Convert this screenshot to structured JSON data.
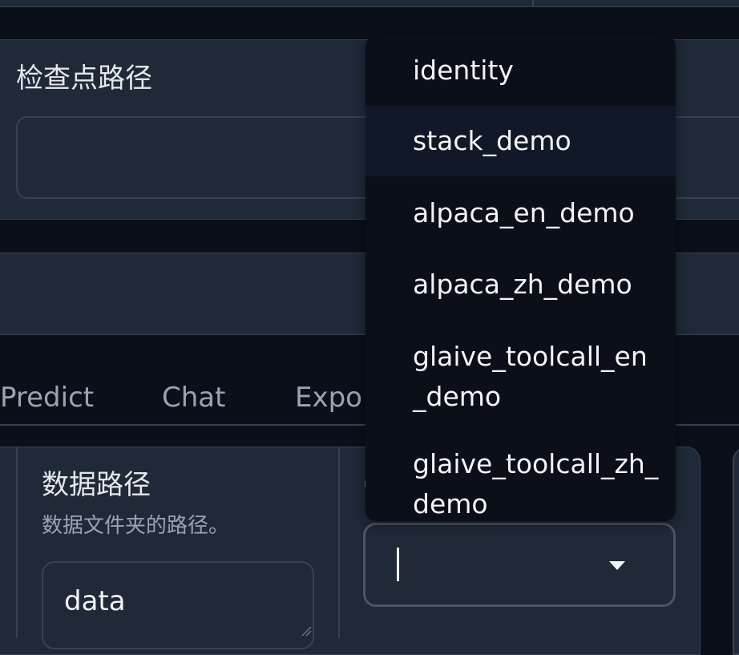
{
  "checkpoint": {
    "label": "检查点路径",
    "value": ""
  },
  "tabs": [
    {
      "label": "Predict"
    },
    {
      "label": "Chat"
    },
    {
      "label": "Expo"
    }
  ],
  "data_dir": {
    "label": "数据路径",
    "info": "数据文件夹的路径。",
    "value": "data"
  },
  "dataset": {
    "value": "",
    "options": [
      {
        "label": "identity"
      },
      {
        "label": "stack_demo",
        "highlighted": true
      },
      {
        "label": "alpaca_en_demo"
      },
      {
        "label": "alpaca_zh_demo"
      },
      {
        "label": "glaive_toolcall_en_demo"
      },
      {
        "label": "glaive_toolcall_zh_demo"
      }
    ]
  },
  "colors": {
    "background": "#0b0f19",
    "panel": "#1f2937",
    "border": "#374151",
    "text": "#f3f4f6",
    "muted_text": "#9ca3af",
    "menu_highlight": "#111827"
  }
}
